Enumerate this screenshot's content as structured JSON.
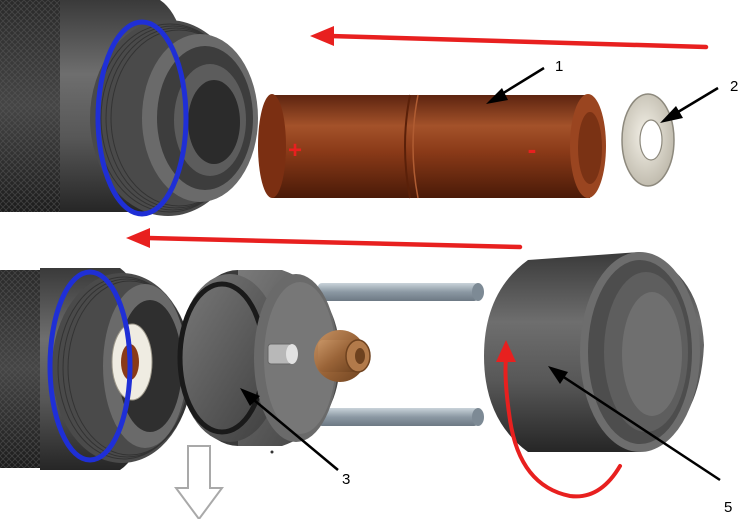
{
  "callouts": {
    "c1": "1",
    "c2": "2",
    "c3": "3",
    "c5": "5"
  },
  "battery": {
    "plus_label": "+",
    "minus_label": "-"
  },
  "colors": {
    "arrow_red": "#e8201f",
    "o_ring_blue": "#1f2fd6",
    "battery_brown": "#8a3a18",
    "body_gray": "#5a5a5a"
  },
  "icons": {
    "down_arrow": "outlined-down-arrow-icon"
  }
}
